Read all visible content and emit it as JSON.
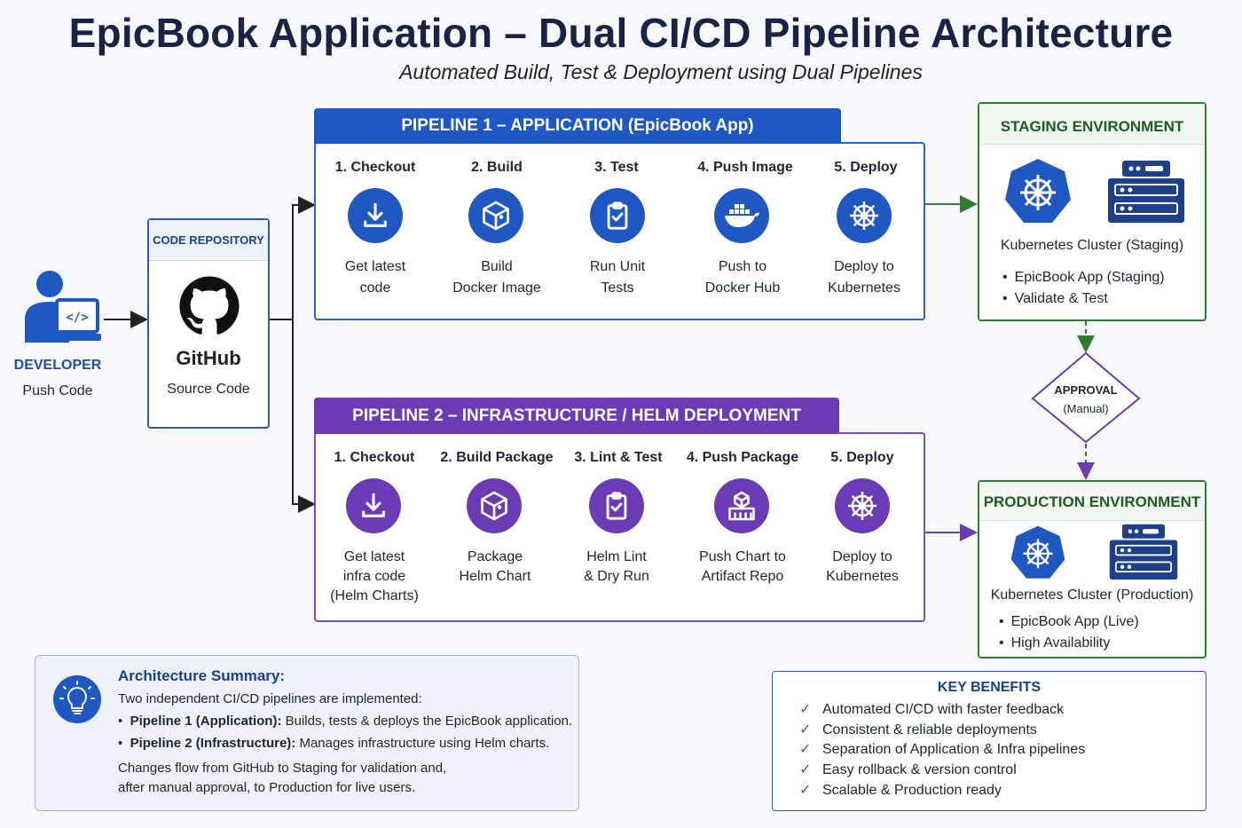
{
  "title": "EpicBook Application – Dual CI/CD Pipeline Architecture",
  "subtitle": "Automated Build, Test & Deployment using Dual Pipelines",
  "developer": {
    "label": "DEVELOPER",
    "action": "Push Code"
  },
  "repository": {
    "header": "CODE REPOSITORY",
    "name": "GitHub",
    "sub": "Source Code"
  },
  "pipeline1": {
    "title": "PIPELINE 1 – APPLICATION (EpicBook App)",
    "steps": [
      {
        "title": "1. Checkout",
        "line1": "Get latest",
        "line2": "code",
        "icon": "download-icon"
      },
      {
        "title": "2. Build",
        "line1": "Build",
        "line2": "Docker Image",
        "icon": "package-icon"
      },
      {
        "title": "3. Test",
        "line1": "Run Unit",
        "line2": "Tests",
        "icon": "clipboard-check-icon"
      },
      {
        "title": "4. Push Image",
        "line1": "Push to",
        "line2": "Docker Hub",
        "icon": "docker-icon"
      },
      {
        "title": "5. Deploy",
        "line1": "Deploy to",
        "line2": "Kubernetes",
        "icon": "helm-wheel-icon"
      }
    ]
  },
  "pipeline2": {
    "title": "PIPELINE 2 – INFRASTRUCTURE / HELM DEPLOYMENT",
    "steps": [
      {
        "title": "1. Checkout",
        "line1": "Get latest",
        "line2": "infra code",
        "line3": "(Helm Charts)",
        "icon": "download-icon"
      },
      {
        "title": "2. Build Package",
        "line1": "Package",
        "line2": "Helm Chart",
        "icon": "package-icon"
      },
      {
        "title": "3. Lint & Test",
        "line1": "Helm Lint",
        "line2": "& Dry Run",
        "icon": "clipboard-check-icon"
      },
      {
        "title": "4. Push Package",
        "line1": "Push Chart to",
        "line2": "Artifact Repo",
        "icon": "artifact-icon"
      },
      {
        "title": "5. Deploy",
        "line1": "Deploy to",
        "line2": "Kubernetes",
        "icon": "helm-wheel-icon"
      }
    ]
  },
  "staging": {
    "header": "STAGING ENVIRONMENT",
    "cluster": "Kubernetes Cluster (Staging)",
    "items": [
      "EpicBook App (Staging)",
      "Validate & Test"
    ]
  },
  "approval": {
    "label": "APPROVAL",
    "sub": "(Manual)"
  },
  "production": {
    "header": "PRODUCTION ENVIRONMENT",
    "cluster": "Kubernetes Cluster (Production)",
    "items": [
      "EpicBook App (Live)",
      "High Availability"
    ]
  },
  "summary": {
    "title": "Architecture Summary:",
    "intro": "Two independent CI/CD pipelines are implemented:",
    "p1_bold": "Pipeline 1 (Application):",
    "p1_text": " Builds, tests & deploys the EpicBook application.",
    "p2_bold": "Pipeline 2 (Infrastructure):",
    "p2_text": " Manages infrastructure using Helm charts.",
    "flow1": "Changes flow from GitHub to Staging for validation and,",
    "flow2": "after manual approval, to Production for live users."
  },
  "benefits": {
    "title": "KEY BENEFITS",
    "items": [
      "Automated CI/CD with faster feedback",
      "Consistent & reliable deployments",
      "Separation of Application & Infra pipelines",
      "Easy rollback & version control",
      "Scalable & Production ready"
    ]
  },
  "colors": {
    "blue": "#1f58c2",
    "purple": "#6a3bb5",
    "green": "#2e7d32",
    "navy": "#1a2346"
  }
}
